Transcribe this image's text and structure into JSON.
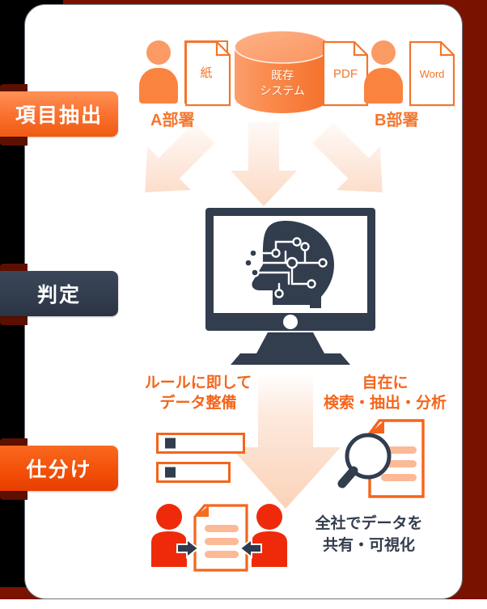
{
  "diagram": {
    "title": "AI data extraction workflow",
    "colors": {
      "orange": "#f4762d",
      "orange_dark": "#ef5a11",
      "red": "#e8310a",
      "navy": "#323d4e",
      "peach": "#fcd9c4",
      "maroon": "#7a1200"
    },
    "stages": [
      {
        "id": "extract",
        "label": "項目抽出",
        "style": "orange"
      },
      {
        "id": "judge",
        "label": "判定",
        "style": "navy"
      },
      {
        "id": "sort",
        "label": "仕分け",
        "style": "red"
      }
    ],
    "sources": {
      "dept_a": "A部署",
      "dept_b": "B部署",
      "doc_paper": "紙",
      "doc_pdf": "PDF",
      "doc_word": "Word",
      "database_line1": "既存",
      "database_line2": "システム"
    },
    "middle": {
      "screen_icon": "ai-head-circuit"
    },
    "outputs": {
      "left_line1": "ルールに即して",
      "left_line2": "データ整備",
      "right_line1": "自在に",
      "right_line2": "検索・抽出・分析"
    },
    "footer": {
      "line1": "全社でデータを",
      "line2": "共有・可視化"
    }
  }
}
